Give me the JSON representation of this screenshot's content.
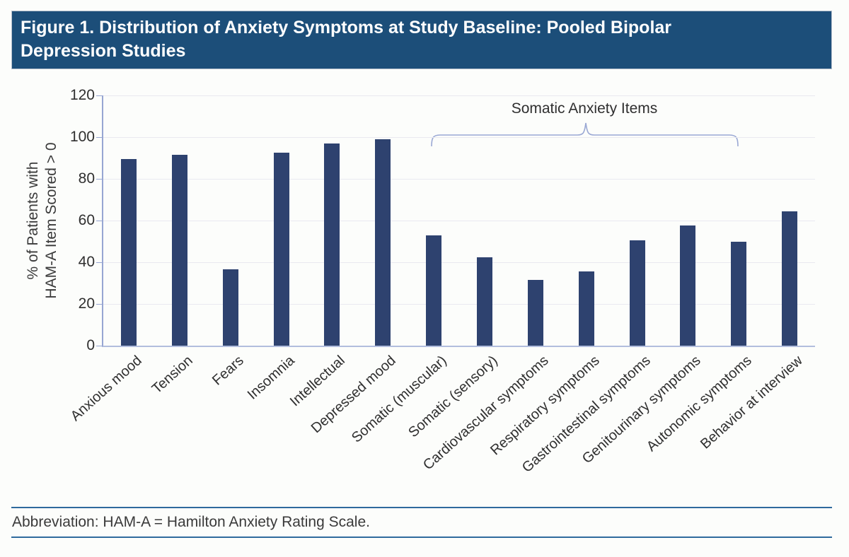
{
  "figure": {
    "title_line1": "Figure 1. Distribution of Anxiety Symptoms at Study Baseline: Pooled Bipolar",
    "title_line2": "Depression Studies"
  },
  "footer": {
    "abbreviation": "Abbreviation: HAM-A = Hamilton Anxiety Rating Scale."
  },
  "chart_data": {
    "type": "bar",
    "title": "Figure 1. Distribution of Anxiety Symptoms at Study Baseline: Pooled Bipolar Depression Studies",
    "ylabel_line1": "% of Patients with",
    "ylabel_line2": "HAM-A Item Scored > 0",
    "xlabel": "",
    "ylim": [
      0,
      120
    ],
    "yticks": [
      0,
      20,
      40,
      60,
      80,
      100,
      120
    ],
    "grid": true,
    "bar_color": "#2e426f",
    "categories": [
      "Anxious mood",
      "Tension",
      "Fears",
      "Insomnia",
      "Intellectual",
      "Depressed mood",
      "Somatic (muscular)",
      "Somatic (sensory)",
      "Cardiovascular symptoms",
      "Respiratory symptoms",
      "Gastrointestinal symptoms",
      "Genitourinary symptoms",
      "Autonomic symptoms",
      "Behavior at interview"
    ],
    "values": [
      89.5,
      91.5,
      36.5,
      92.5,
      97,
      99,
      53,
      42.5,
      31.5,
      35.5,
      50.5,
      57.5,
      50,
      64.5
    ],
    "annotation": {
      "label": "Somatic Anxiety Items",
      "span_category_indices": [
        6,
        12
      ]
    }
  },
  "colors": {
    "title_bar_bg": "#1c4e79",
    "title_text": "#ffffff",
    "bar_fill": "#2e426f",
    "axis_line": "#97a6d2",
    "gridline": "#e9e9f0",
    "footer_rule": "#2f6a9d",
    "text": "#2f2f2f"
  }
}
